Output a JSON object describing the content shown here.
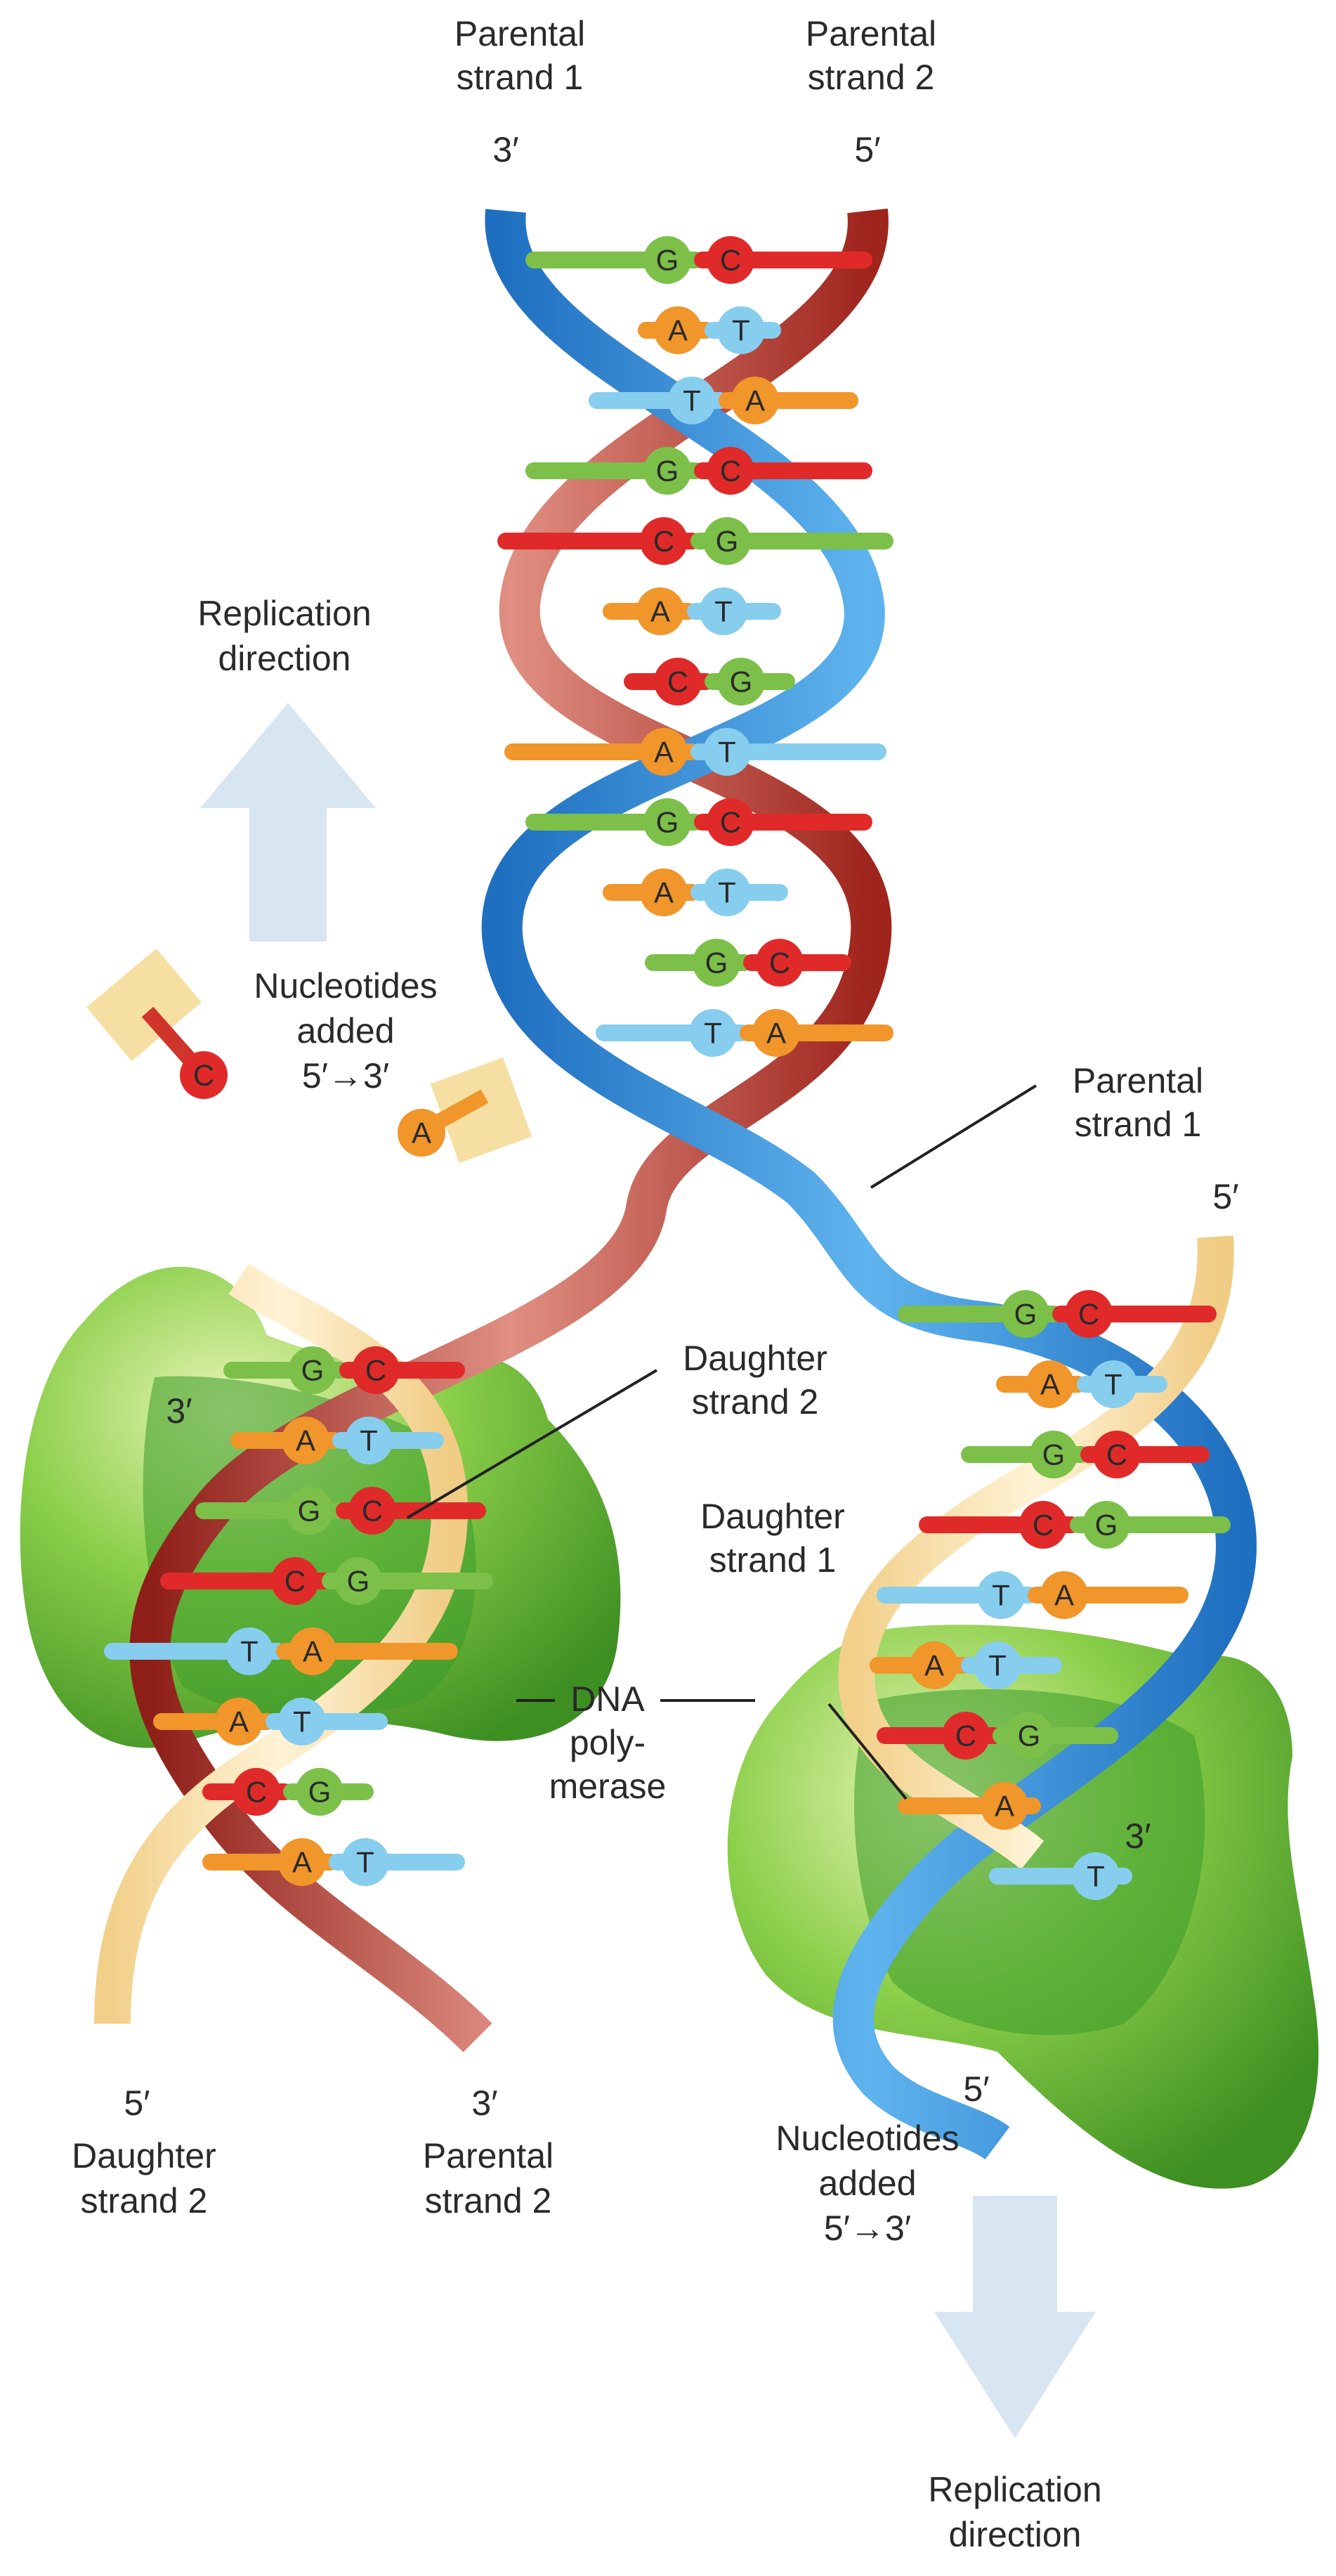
{
  "colors": {
    "parental_strand_1": "#2f8fd8",
    "parental_strand_2": "#b8322a",
    "daughter_strand": "#f4dca0",
    "polymerase": "#6fb83a",
    "arrow": "#d8e6f2",
    "base_G": "#7cc04a",
    "base_C": "#e02a2a",
    "base_A": "#f0962a",
    "base_T": "#86cdee"
  },
  "labels": {
    "top_left_name": "Parental\nstrand 1",
    "top_right_name": "Parental\nstrand 2",
    "top_left_end": "3′",
    "top_right_end": "5′",
    "replication_up": "Replication\ndirection",
    "nucleotides_left": "Nucleotides\nadded\n5′→3′",
    "parental_1_mid": "Parental\nstrand 1",
    "right_5prime": "5′",
    "daughter_2_mid": "Daughter\nstrand 2",
    "left_3prime": "3′",
    "daughter_1_mid": "Daughter\nstrand 1",
    "dna_polymerase": "DNA\npoly-\nmerase",
    "right_3prime": "3′",
    "bottom_left_5prime": "5′",
    "bottom_left_3prime": "3′",
    "daughter_2_bottom": "Daughter\nstrand 2",
    "parental_2_bottom": "Parental\nstrand 2",
    "right_bottom_5prime": "5′",
    "nucleotides_right": "Nucleotides\nadded\n5′→3′",
    "replication_down": "Replication\ndirection"
  },
  "base_pairs": {
    "top": [
      [
        "G",
        "C"
      ],
      [
        "A",
        "T"
      ],
      [
        "T",
        "A"
      ],
      [
        "G",
        "C"
      ],
      [
        "C",
        "G"
      ],
      [
        "A",
        "T"
      ],
      [
        "C",
        "G"
      ],
      [
        "A",
        "T"
      ],
      [
        "G",
        "C"
      ],
      [
        "A",
        "T"
      ],
      [
        "G",
        "C"
      ],
      [
        "T",
        "A"
      ]
    ],
    "left_fork": [
      [
        "G",
        "C"
      ],
      [
        "A",
        "T"
      ],
      [
        "G",
        "C"
      ],
      [
        "C",
        "G"
      ],
      [
        "T",
        "A"
      ],
      [
        "A",
        "T"
      ],
      [
        "C",
        "G"
      ],
      [
        "A",
        "T"
      ]
    ],
    "right_fork": [
      [
        "G",
        "C"
      ],
      [
        "A",
        "T"
      ],
      [
        "G",
        "C"
      ],
      [
        "C",
        "G"
      ],
      [
        "T",
        "A"
      ],
      [
        "A",
        "T"
      ],
      [
        "C",
        "G"
      ],
      [
        "A"
      ],
      [
        "T"
      ]
    ],
    "free_nucleotides": [
      "C",
      "A"
    ]
  }
}
